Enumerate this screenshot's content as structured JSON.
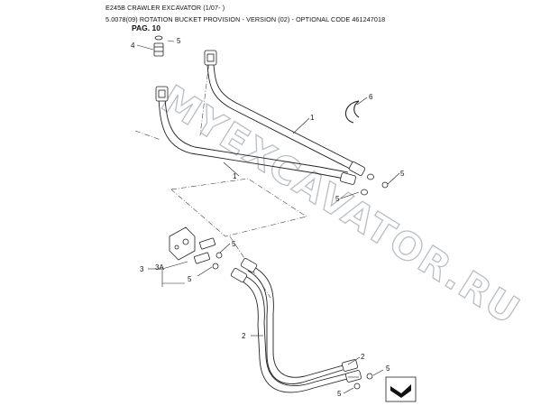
{
  "header": {
    "line1": "E245B CRAWLER EXCAVATOR (1/07- )",
    "line2": "5.0078(09) ROTATION BUCKET PROVISION - VERSION (02) - OPTIONAL CODE 461247018",
    "page": "PAG. 10"
  },
  "callouts": {
    "c4": "4",
    "c5a": "5",
    "c1a": "1",
    "c6": "6",
    "c1b": "1",
    "c5b": "5",
    "c5c": "5",
    "c5d": "5",
    "c3": "3",
    "c3a": "3A",
    "c5e": "5",
    "c2a": "2",
    "c2b": "2",
    "c5f": "5",
    "c5g": "5"
  },
  "watermark": "MYEXCAVATOR.RU",
  "icons": {
    "navigation": "next-page-arrow-icon"
  }
}
